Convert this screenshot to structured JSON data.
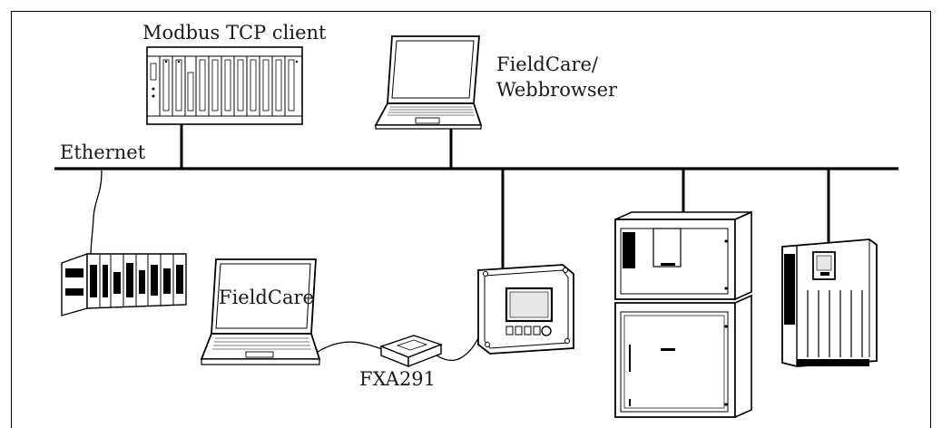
{
  "labels": {
    "modbus_client": "Modbus TCP client",
    "fieldcare_web_line1": "FieldCare/",
    "fieldcare_web_line2": "Webbrowser",
    "ethernet": "Ethernet",
    "fieldcare": "FieldCare",
    "fxa291": "FXA291"
  }
}
